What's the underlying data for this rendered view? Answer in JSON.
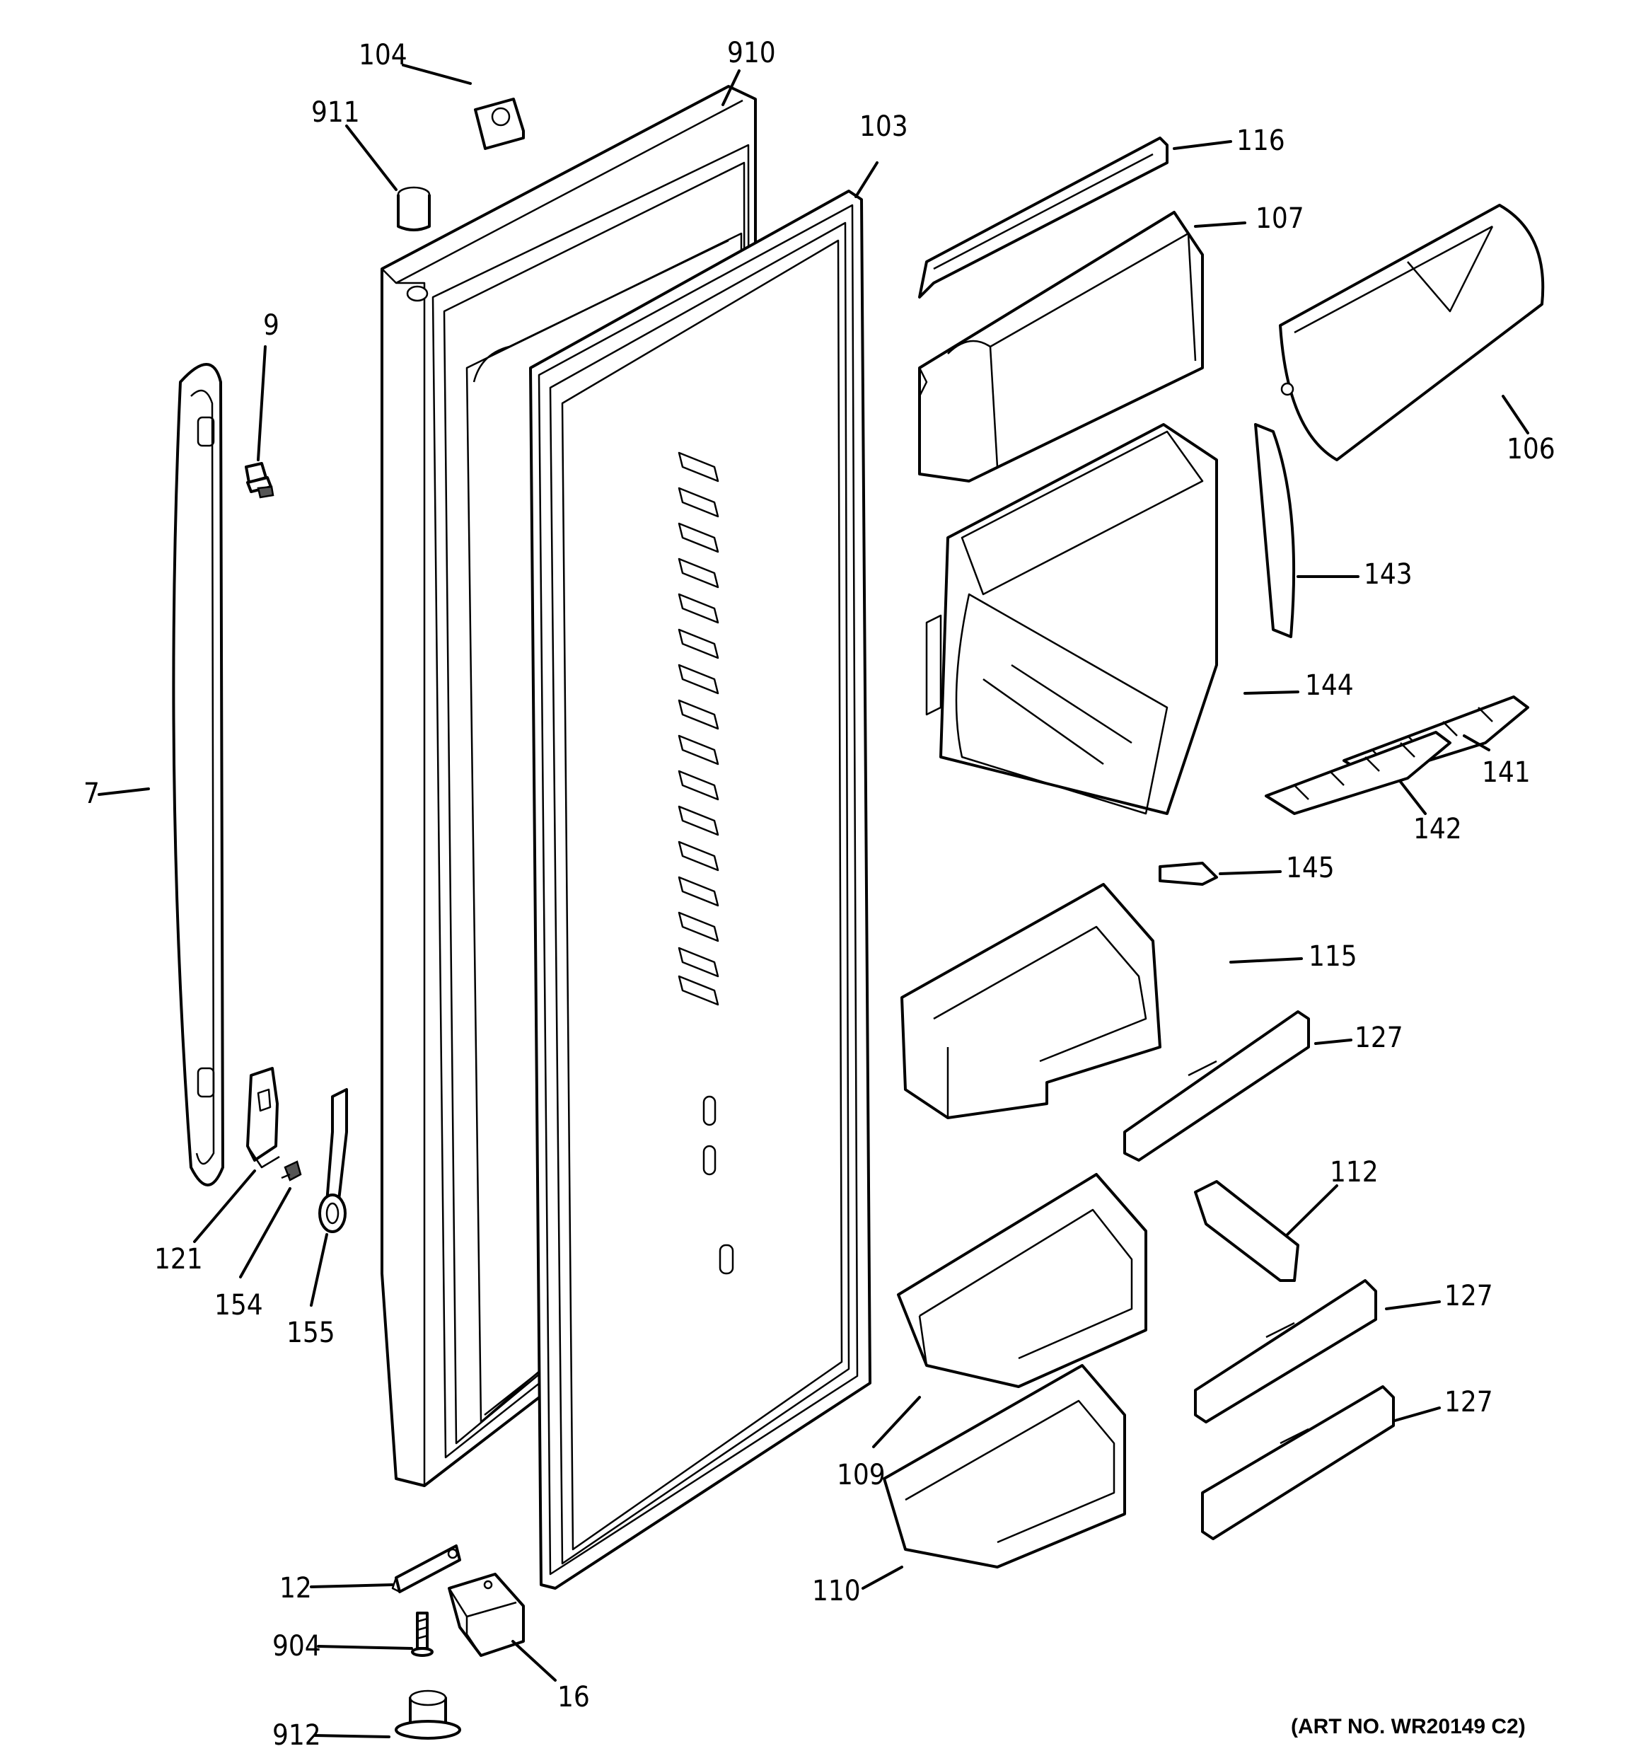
{
  "art_number": "(ART NO. WR20149 C2)",
  "parts": {
    "p104": "104",
    "p910": "910",
    "p911": "911",
    "p103": "103",
    "p116": "116",
    "p107": "107",
    "p106": "106",
    "p9": "9",
    "p143": "143",
    "p144": "144",
    "p141": "141",
    "p142": "142",
    "p7": "7",
    "p145": "145",
    "p115": "115",
    "p127a": "127",
    "p112": "112",
    "p127b": "127",
    "p127c": "127",
    "p121": "121",
    "p154": "154",
    "p155": "155",
    "p109": "109",
    "p110": "110",
    "p12": "12",
    "p904": "904",
    "p16": "16",
    "p912": "912"
  }
}
